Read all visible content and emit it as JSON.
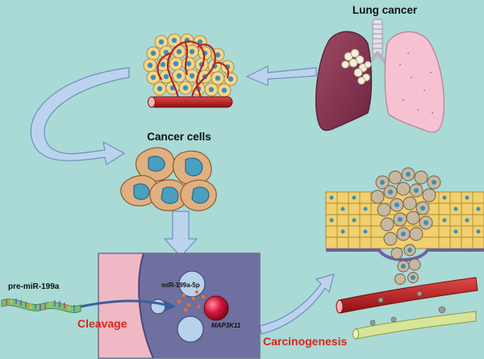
{
  "labels": {
    "lung_cancer": "Lung cancer",
    "cancer_cells": "Cancer cells",
    "pre_mirna": "pre-miR-199a",
    "cleavage": "Cleavage",
    "mirna_5p": "miR-199a-5p",
    "target_gene": "MAP3K11",
    "carcinogenesis": "Carcinogenesis"
  },
  "colors": {
    "background": "#a9dad6",
    "arrow_fill": "#bcd3ee",
    "arrow_stroke": "#6f8fbf",
    "cell_body": "#e0b080",
    "cell_nucleus": "#4a9fc0",
    "vessel_red": "#c0272d",
    "label_red": "#d8261c",
    "membrane_purple": "#6f6fa0",
    "pink_region": "#f0b8c4"
  }
}
